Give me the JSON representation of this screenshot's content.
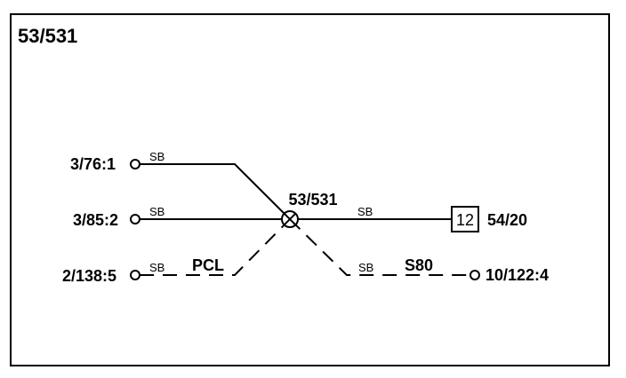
{
  "title": "53/531",
  "splice": {
    "label": "53/531"
  },
  "wires": {
    "w1": {
      "connector": "3/76:1",
      "color": "SB"
    },
    "w2": {
      "connector": "3/85:2",
      "color": "SB"
    },
    "w3": {
      "connector": "2/138:5",
      "color": "SB",
      "circuit": "PCL"
    },
    "w4": {
      "color": "SB",
      "box": "12",
      "connector": "54/20"
    },
    "w5": {
      "color": "SB",
      "circuit": "S80",
      "connector": "10/122:4"
    }
  }
}
